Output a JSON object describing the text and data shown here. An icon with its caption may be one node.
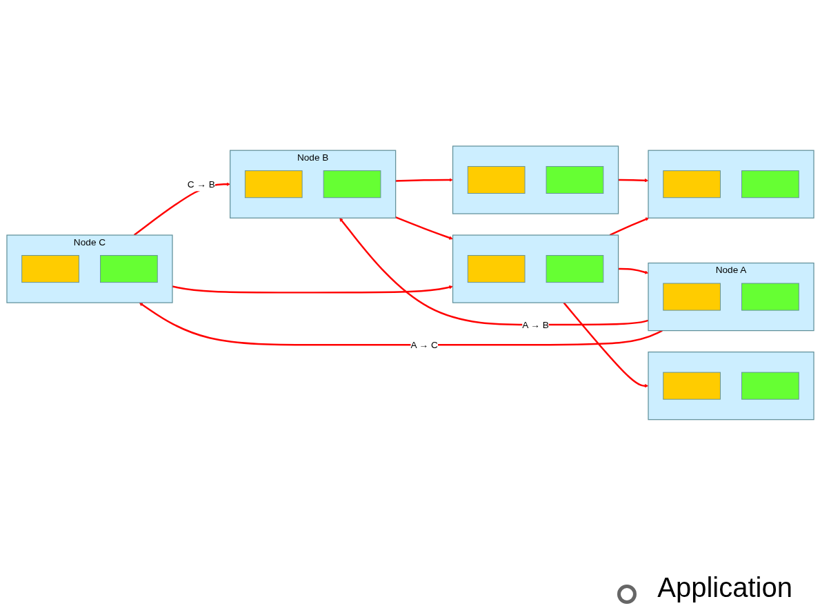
{
  "diagram": {
    "nodes": [
      {
        "text": [
          "Node A"
        ]
      },
      {
        "text": [],
        "shape": "bar",
        "in": 0
      },
      {
        "text": [],
        "shape": "bar",
        "in": 0
      },
      {
        "text": [
          "Node B"
        ]
      },
      {
        "text": [],
        "shape": "bar",
        "in": 3
      },
      {
        "text": [],
        "shape": "bar",
        "in": 3
      },
      {
        "text": [],
        "shape": "box"
      },
      {
        "text": [],
        "shape": "bar",
        "in": 6
      },
      {
        "text": [],
        "shape": "bar",
        "in": 6
      },
      {
        "text": [],
        "shape": "box"
      },
      {
        "text": [],
        "shape": "bar",
        "in": 9
      },
      {
        "text": [],
        "shape": "bar",
        "in": 9
      },
      {
        "text": [],
        "shape": "box"
      },
      {
        "text": [],
        "shape": "bar",
        "in": 12
      },
      {
        "text": [],
        "shape": "bar",
        "in": 12
      },
      {
        "text": [
          "Node C"
        ]
      },
      {
        "text": [],
        "shape": "bar",
        "in": 15
      },
      {
        "text": [],
        "shape": "bar",
        "in": 15
      },
      {
        "text": [],
        "shape": "box"
      },
      {
        "text": [],
        "shape": "bar",
        "in": 18
      },
      {
        "text": [],
        "shape": "bar",
        "in": 18
      }
    ],
    "edges": [
      {
        "from": 0,
        "to": 3,
        "arrow": "to",
        "label": "A → B"
      },
      {
        "from": 3,
        "to": 6,
        "arrow": "to"
      },
      {
        "from": 6,
        "to": 9,
        "arrow": "to"
      },
      {
        "from": 0,
        "to": 15,
        "arrow": "to",
        "label": "A → C"
      },
      {
        "from": 15,
        "to": 3,
        "arrow": "to",
        "label": "C → B"
      },
      {
        "from": 3,
        "to": 12,
        "arrow": "to"
      },
      {
        "from": 12,
        "to": 0,
        "arrow": "to"
      },
      {
        "from": 15,
        "to": 12,
        "arrow": "to"
      },
      {
        "from": 12,
        "to": 9,
        "arrow": "to"
      },
      {
        "from": 12,
        "to": 18,
        "arrow": "to"
      }
    ],
    "labels": [
      "Application"
    ]
  }
}
